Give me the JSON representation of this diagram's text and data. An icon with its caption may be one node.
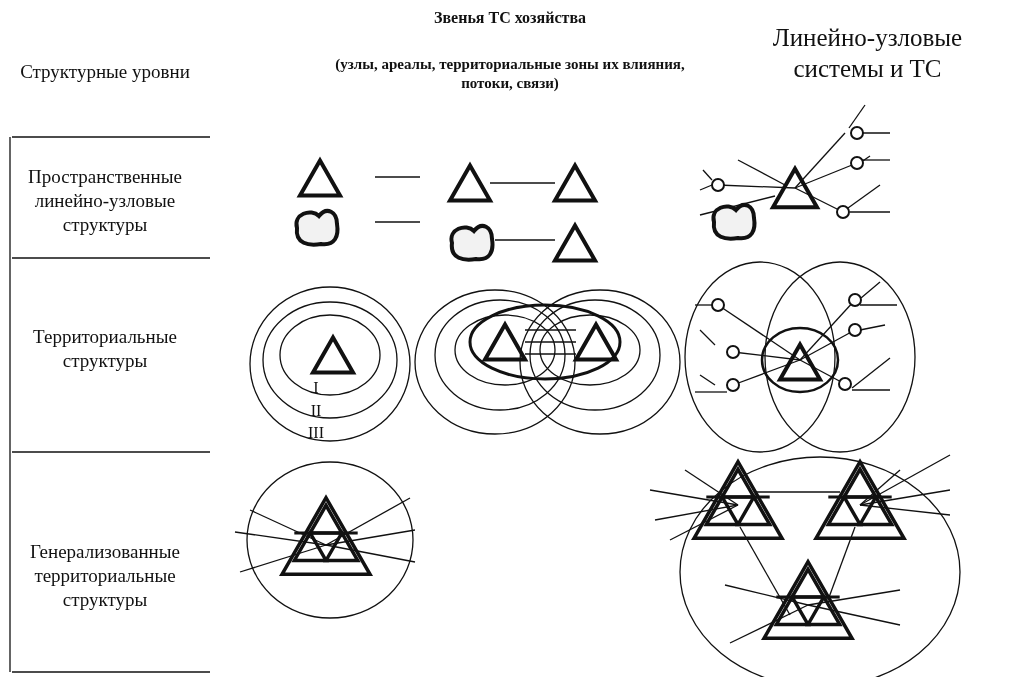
{
  "diagram": {
    "labels": [
      "Звенья ТС хозяйства",
      "Структурные уровни",
      "(узлы, ареалы, территориальные зоны их влияния, потоки, связи)",
      "Линейно-узловые системы и ТС",
      "Пространственные линейно-узловые структуры",
      "Территориальные структуры",
      "I",
      "II",
      "III",
      "Генерализованные территориальные структуры"
    ]
  }
}
